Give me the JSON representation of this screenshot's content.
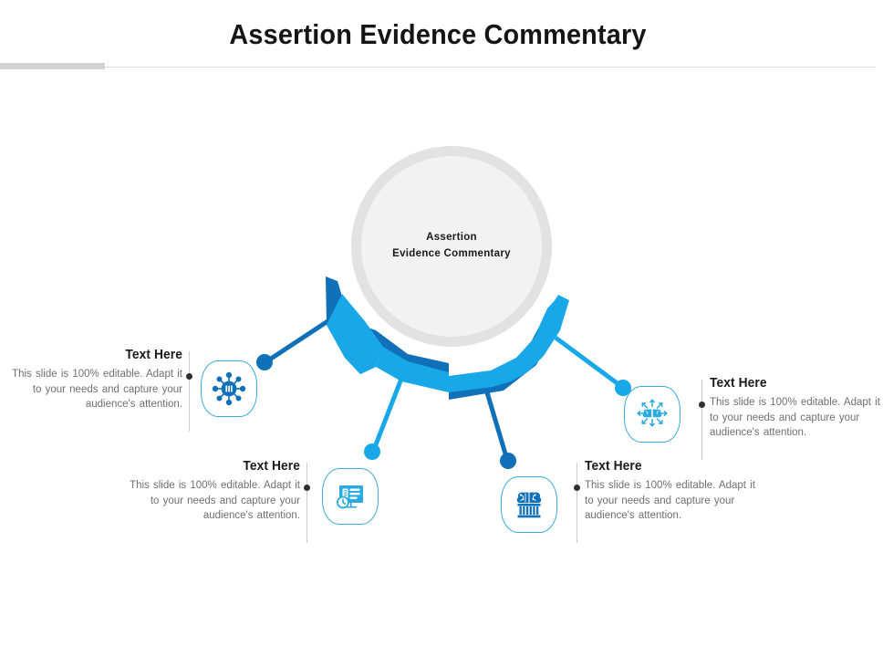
{
  "header": {
    "title": "Assertion Evidence Commentary"
  },
  "hub": {
    "label": "Assertion\nEvidence Commentary"
  },
  "colors": {
    "dark_blue": "#1070B8",
    "light_blue": "#18A8E8",
    "icon_border": "#3aa9e0",
    "hub_fill": "#f2f2f2",
    "hub_ring": "#e2e2e2",
    "heading": "#1a1a1a",
    "body": "#6f6f6f",
    "accent_bar": "#d2d2d2"
  },
  "body_text": "This slide is 100% editable. Adapt it to your needs and capture your audience's attention.",
  "nodes": [
    {
      "heading": "Text Here",
      "body": "This slide is 100% editable. Adapt it to your needs and capture your audience's attention.",
      "icon": "network-hub-icon",
      "color": "#1070B8",
      "align": "right"
    },
    {
      "heading": "Text Here",
      "body": "This slide is 100% editable. Adapt it to your needs and capture your audience's attention.",
      "icon": "presentation-checklist-icon",
      "color": "#18A8E8",
      "align": "right"
    },
    {
      "heading": "Text Here",
      "body": "This slide is 100% editable. Adapt it to your needs and capture your audience's attention.",
      "icon": "brain-institution-icon",
      "color": "#1070B8",
      "align": "left"
    },
    {
      "heading": "Text Here",
      "body": "This slide is 100% editable. Adapt it to your needs and capture your audience's attention.",
      "icon": "brain-arrows-icon",
      "color": "#18A8E8",
      "align": "left"
    }
  ]
}
